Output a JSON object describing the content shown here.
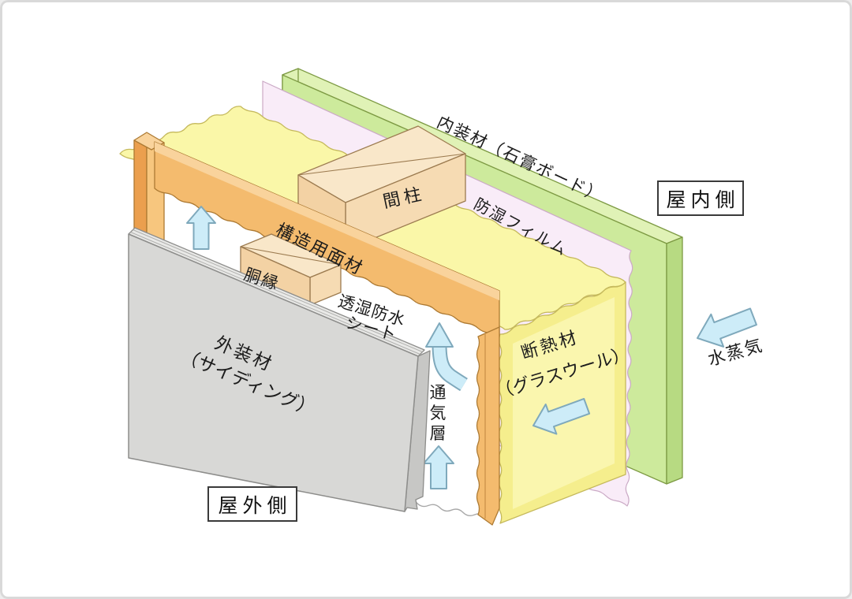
{
  "diagram": {
    "labels": {
      "interior_material": "内装材（石膏ボード）",
      "vapor_barrier_film": "防湿フィルム",
      "stud": "間柱",
      "structural_sheathing": "構造用面材",
      "furring_strip": "胴縁",
      "breathable_waterproof_sheet_line1": "透湿防水",
      "breathable_waterproof_sheet_line2": "シート",
      "exterior_material_line1": "外装材",
      "exterior_material_line2": "（サイディング）",
      "ventilation_layer": "通気層",
      "insulation_line1": "断熱材",
      "insulation_line2": "（グラスウール）",
      "water_vapor": "水蒸気",
      "indoor_side": "屋内側",
      "outdoor_side": "屋外側"
    },
    "colors": {
      "gypsum_green": "#cdea9c",
      "gypsum_green_top": "#e0f2b6",
      "gypsum_green_side": "#b7da82",
      "film_pink": "#f9ecf8",
      "insulation_yellow": "#f5ee8d",
      "insulation_yellow_top": "#faf7a8",
      "insulation_highlight": "#fbf8b6",
      "wood_light": "#f9e7c9",
      "wood_mid": "#f3d2a4",
      "wood_face": "#f6dbb3",
      "sheathing_orange": "#f4bb6e",
      "sheathing_orange_light": "#f9d39c",
      "sheathing_orange_dark": "#eb9f4e",
      "sheathing_orange_face": "#f7c67e",
      "sheet_white": "#ffffff",
      "siding_gray": "#d8d8d6",
      "siding_gray_top": "#e9e9e7",
      "siding_gray_side": "#c7c7c5",
      "arrow_blue": "#cdecf8",
      "arrow_outline": "#7fa9bc"
    }
  }
}
